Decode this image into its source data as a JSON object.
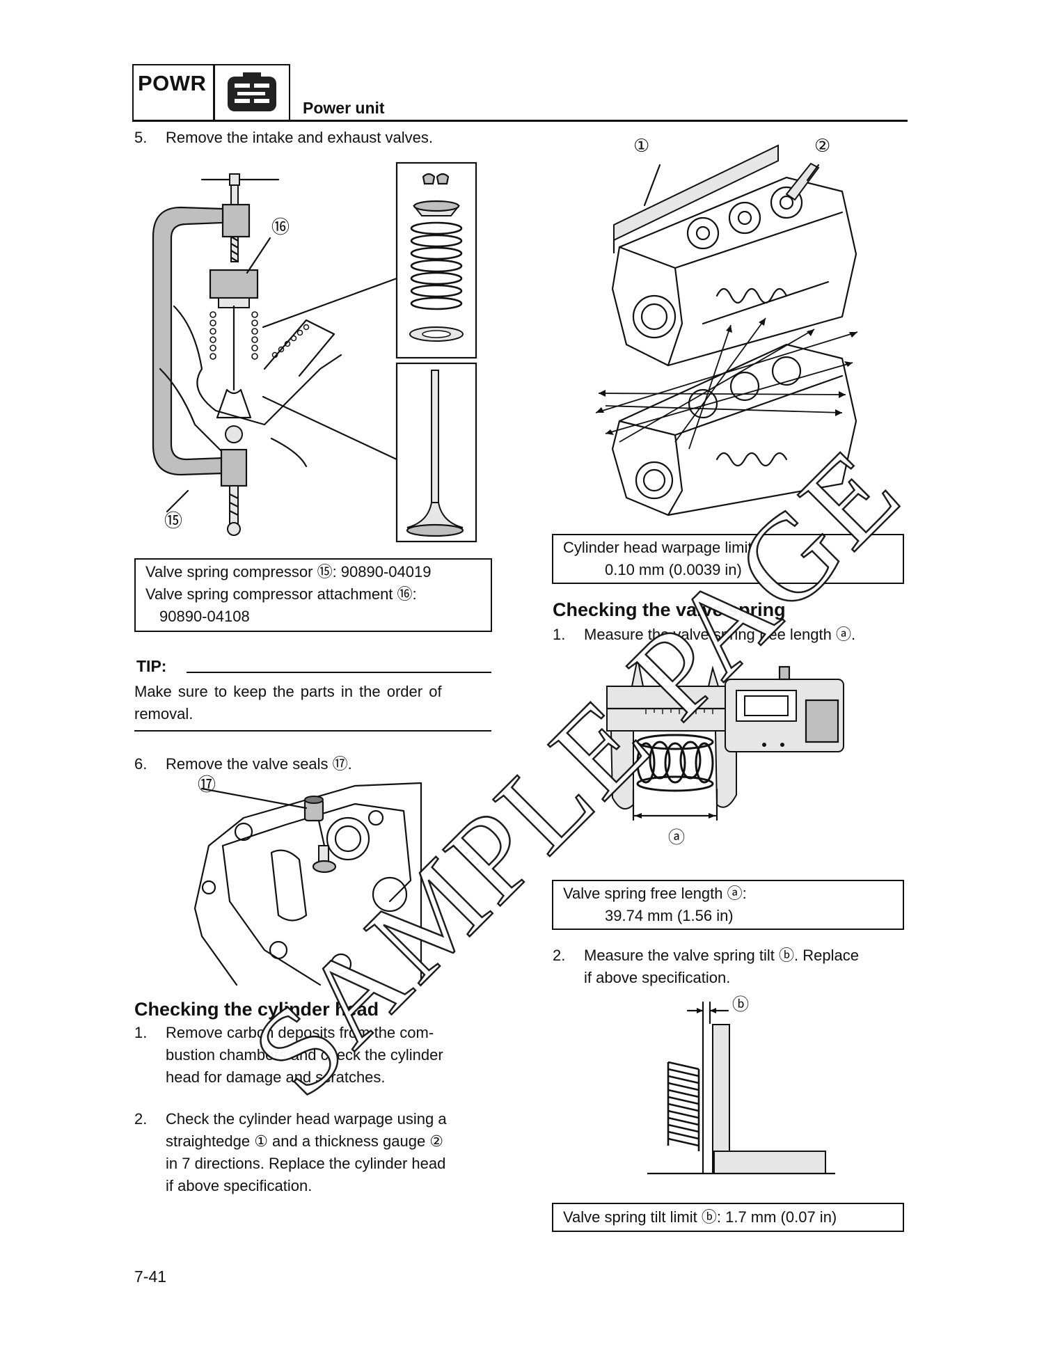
{
  "header": {
    "section_code": "POWR",
    "icon": "power-unit-engine-icon",
    "section_title": "Power unit"
  },
  "left": {
    "step5": {
      "num": "5.",
      "text": "Remove the intake and exhaust valves."
    },
    "fig1": {
      "callouts": [
        "⑯",
        "⑮"
      ]
    },
    "tool_box": {
      "line1": "Valve spring compressor ⑮: 90890-04019",
      "line2": "Valve spring compressor attachment ⑯:",
      "line3": "90890-04108"
    },
    "tip": {
      "title": "TIP:",
      "line1": "Make sure to keep the parts in the order of",
      "line2": "removal."
    },
    "step6": {
      "num": "6.",
      "text": "Remove the valve seals ⑰."
    },
    "fig2": {
      "callouts": [
        "⑰"
      ]
    },
    "section_cyl": {
      "title": "Checking the cylinder head",
      "s1_num": "1.",
      "s1_l1": "Remove carbon deposits from the com-",
      "s1_l2": "bustion chambers and check the cylinder",
      "s1_l3": "head for damage and scratches.",
      "s2_num": "2.",
      "s2_l1": "Check the cylinder head warpage using a",
      "s2_l2": "straightedge ① and a thickness gauge ②",
      "s2_l3": "in 7 directions. Replace the cylinder head",
      "s2_l4": "if above specification."
    },
    "page_number": "7-41"
  },
  "right": {
    "fig3": {
      "callouts": [
        "①",
        "②"
      ]
    },
    "warpage_box": {
      "line1": "Cylinder head warpage limit:",
      "line2": "0.10 mm (0.0039 in)"
    },
    "section_spring": {
      "title": "Checking the valve spring",
      "s1_num": "1.",
      "s1_text": "Measure the valve spring free length ⓐ."
    },
    "fig4": {
      "callouts": [
        "ⓐ"
      ]
    },
    "free_length_box": {
      "line1": "Valve spring free length ⓐ:",
      "line2": "39.74 mm (1.56 in)"
    },
    "s2": {
      "num": "2.",
      "l1": "Measure the valve spring tilt ⓑ. Replace",
      "l2": "if above specification."
    },
    "fig5": {
      "callouts": [
        "ⓑ"
      ]
    },
    "tilt_box": {
      "line1": "Valve spring tilt limit ⓑ: 1.7 mm (0.07 in)"
    }
  },
  "watermark": {
    "text": "SAMPLE PAGE"
  }
}
